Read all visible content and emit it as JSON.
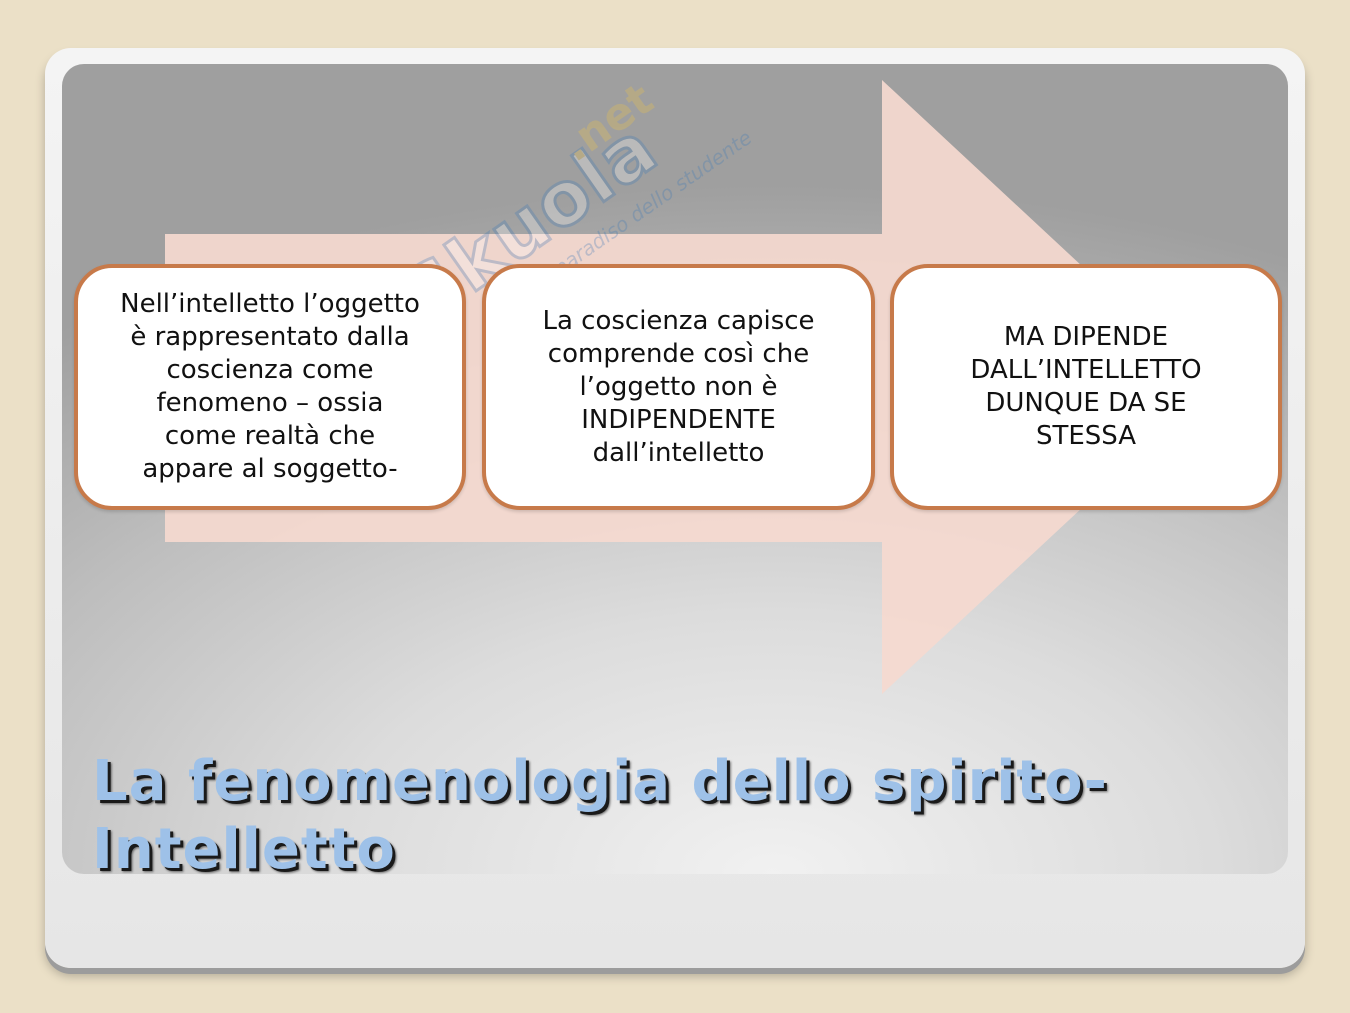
{
  "slide": {
    "title": "La fenomenologia dello spirito-\nIntelletto",
    "process_steps": [
      {
        "text": "Nell’intelletto l’oggetto\nè rappresentato dalla\ncoscienza come\nfenomeno – ossia\ncome realtà che\nappare al soggetto-"
      },
      {
        "text": "La coscienza capisce\ncomprende così che\nl’oggetto non è\nINDIPENDENTE\ndall’intelletto"
      },
      {
        "text": "MA DIPENDE\nDALL’INTELLETTO\nDUNQUE DA SE\nSTESSA"
      }
    ]
  },
  "watermark": {
    "brand": "Skuola",
    "brand_suffix": ".net",
    "tagline": "il paradiso dello studente"
  },
  "colors": {
    "page_background": "#ebe0c7",
    "arrow_fill": "#f5d9cf",
    "box_border": "#c77a4a",
    "title_color": "#9ec1e8"
  },
  "icons": {
    "process_arrow": "right-arrow-shape"
  }
}
